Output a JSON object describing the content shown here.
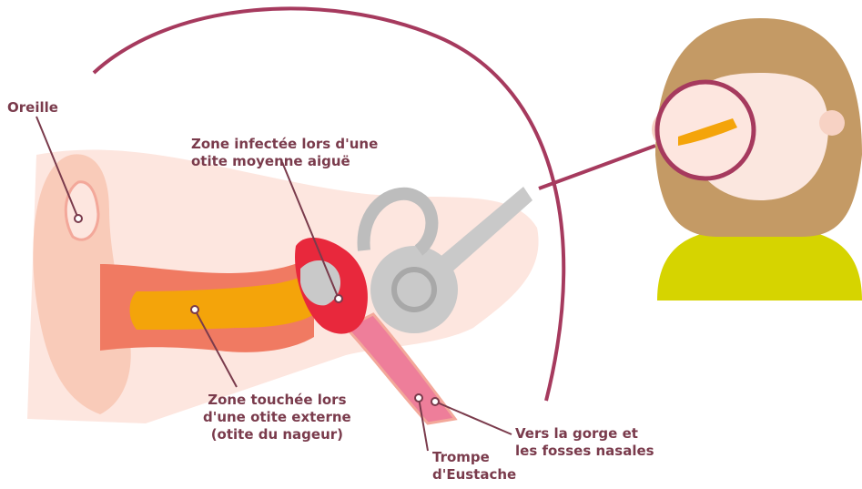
{
  "labels": {
    "oreille": "Oreille",
    "zone_infectee": "Zone infectée lors d'une\notite moyenne aiguë",
    "zone_touchee": "Zone touchée lors\nd'une otite externe\n(otite du nageur)",
    "trompe": "Trompe\nd'Eustache",
    "vers_gorge": "Vers la gorge et\nles fosses nasales"
  },
  "colors": {
    "accent": "#a63a5e",
    "label_text": "#7a3b4c",
    "skin_light": "#fde6df",
    "skin_mid": "#f9cbb9",
    "ear_canal_outer": "#f07a62",
    "ear_canal_inner": "#f4a40a",
    "infected_zone": "#e8283c",
    "eustachian_tube": "#ee7e9a",
    "cochlea_gray": "#c9c9c9",
    "hair": "#c49a65",
    "shirt": "#d6d400"
  },
  "icons": {
    "child": "child-head-icon",
    "magnifier": "magnifier-circle-icon"
  }
}
